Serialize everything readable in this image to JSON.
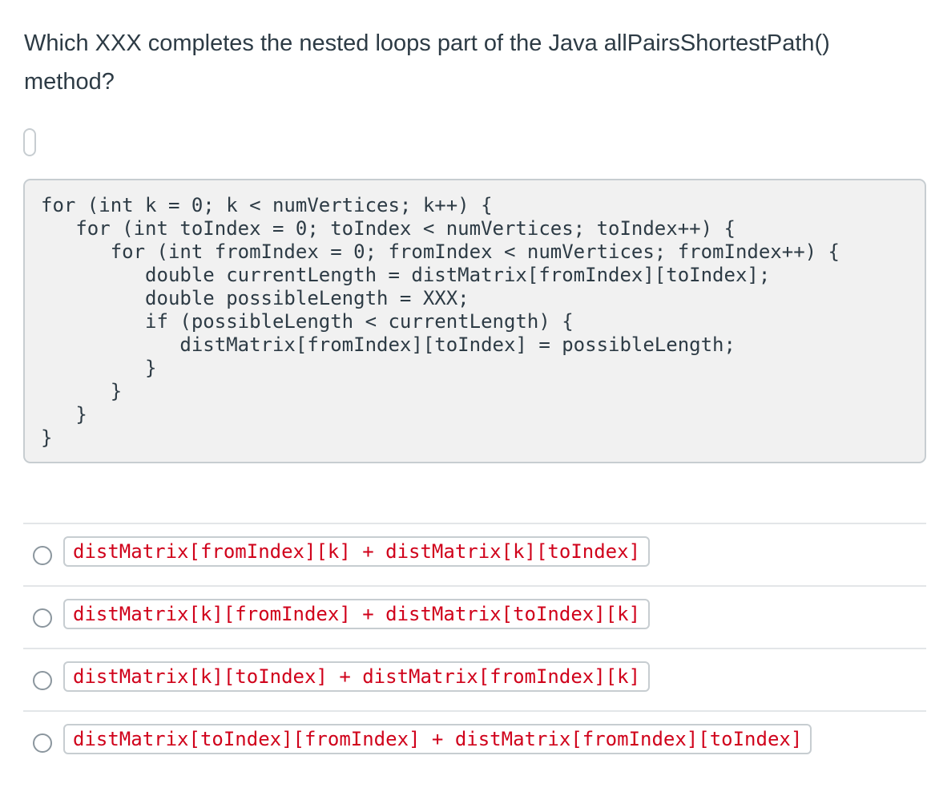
{
  "question": {
    "text": "Which XXX completes the nested loops part of the Java allPairsShortestPath() method?"
  },
  "code": {
    "lines": [
      "for (int k = 0; k < numVertices; k++) {",
      "   for (int toIndex = 0; toIndex < numVertices; toIndex++) {",
      "      for (int fromIndex = 0; fromIndex < numVertices; fromIndex++) {",
      "         double currentLength = distMatrix[fromIndex][toIndex];",
      "         double possibleLength = XXX;",
      "         if (possibleLength < currentLength) {",
      "            distMatrix[fromIndex][toIndex] = possibleLength;",
      "         }",
      "      }",
      "   }",
      "}"
    ]
  },
  "answers": [
    {
      "code": "distMatrix[fromIndex][k] + distMatrix[k][toIndex]"
    },
    {
      "code": "distMatrix[k][fromIndex] + distMatrix[toIndex][k]"
    },
    {
      "code": "distMatrix[k][toIndex] + distMatrix[fromIndex][k]"
    },
    {
      "code": "distMatrix[toIndex][fromIndex] + distMatrix[fromIndex][toIndex]"
    }
  ],
  "colors": {
    "text": "#2d3b45",
    "code_background": "#f1f1f1",
    "border": "#c7cdd1",
    "answer_code": "#d0021b"
  }
}
